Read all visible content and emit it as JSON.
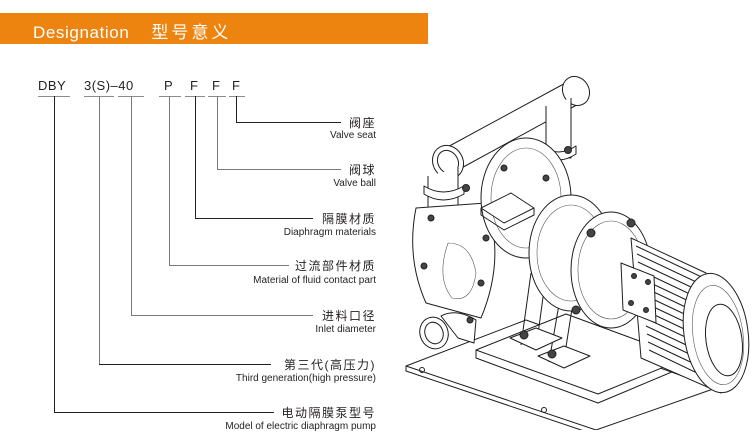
{
  "header": {
    "title_en": "Designation",
    "title_cn": "型号意义",
    "accent_color": "#ee8410"
  },
  "code": {
    "parts": [
      "DBY",
      "3(S)–40",
      "P",
      "F",
      "F",
      "F"
    ]
  },
  "legend": [
    {
      "cn": "阀座",
      "en": "Valve seat"
    },
    {
      "cn": "阀球",
      "en": "Valve ball"
    },
    {
      "cn": "隔膜材质",
      "en": "Diaphragm materials"
    },
    {
      "cn": "过流部件材质",
      "en": "Material of fluid contact part"
    },
    {
      "cn": "进料口径",
      "en": "Inlet diameter"
    },
    {
      "cn": "第三代(高压力)",
      "en": "Third generation(high pressure)"
    },
    {
      "cn": "电动隔膜泵型号",
      "en": "Model of electric diaphragm pump"
    }
  ],
  "illustration": {
    "icon": "electric-diaphragm-pump-drawing"
  }
}
